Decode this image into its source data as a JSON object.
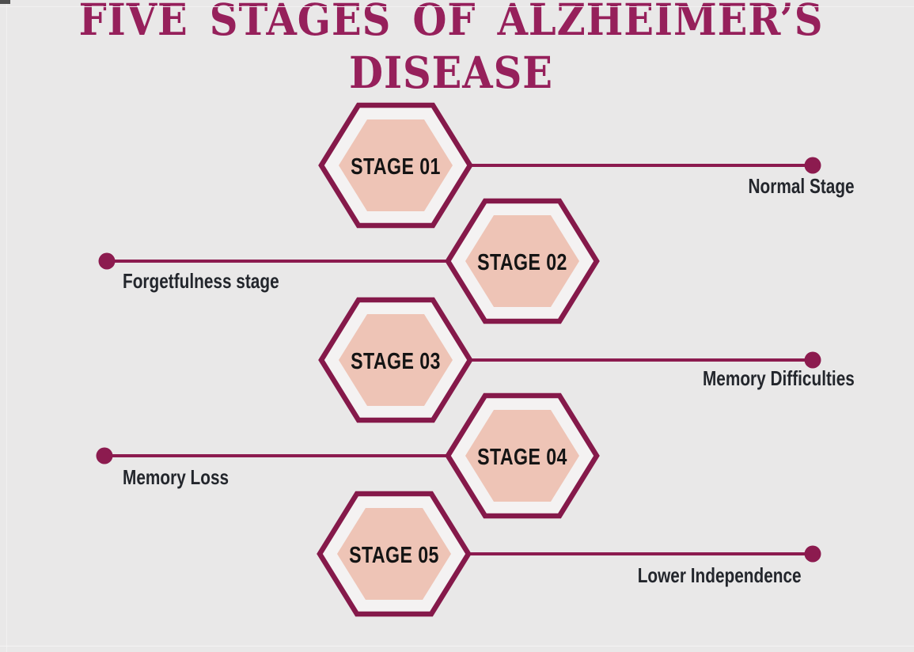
{
  "title": {
    "line1": "FIVE STAGES OF ALZHEIMER’S",
    "line2": "DISEASE"
  },
  "stages": [
    {
      "hex_label": "STAGE 01",
      "name": "Normal Stage"
    },
    {
      "hex_label": "STAGE 02",
      "name": "Forgetfulness stage"
    },
    {
      "hex_label": "STAGE 03",
      "name": "Memory Difficulties"
    },
    {
      "hex_label": "STAGE 04",
      "name": "Memory Loss"
    },
    {
      "hex_label": "STAGE 05",
      "name": "Lower Independence"
    }
  ],
  "colors": {
    "background": "#e9e8e8",
    "outline": "#85194a",
    "connector": "#8c1b4f",
    "hex_fill": "#eec4b6",
    "hex_gap": "#f4f2f2",
    "title_text": "#96205b",
    "stage_text": "#141414",
    "label_text": "#23262c"
  }
}
